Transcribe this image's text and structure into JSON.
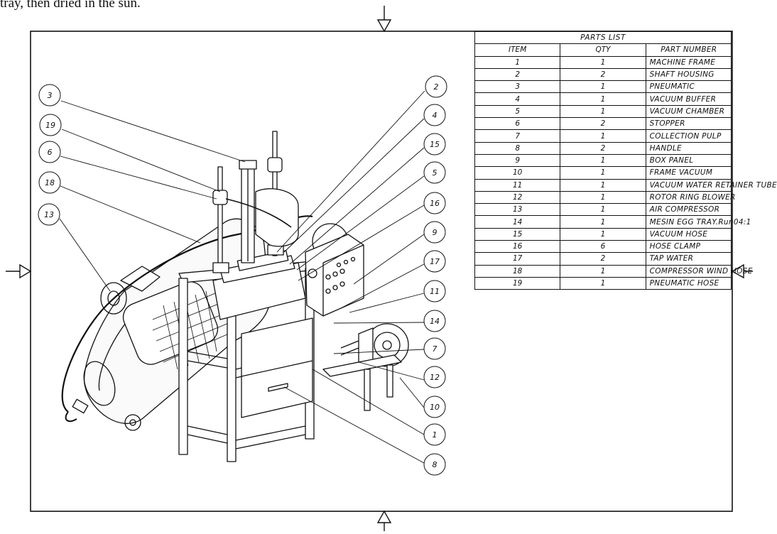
{
  "header_text": "tray, then dried in the sun.",
  "parts_list": {
    "title": "PARTS LIST",
    "headers": {
      "item": "ITEM",
      "qty": "QTY",
      "part": "PART NUMBER"
    },
    "rows": [
      {
        "item": "1",
        "qty": "1",
        "part": "MACHINE FRAME"
      },
      {
        "item": "2",
        "qty": "2",
        "part": "SHAFT HOUSING"
      },
      {
        "item": "3",
        "qty": "1",
        "part": "PNEUMATIC"
      },
      {
        "item": "4",
        "qty": "1",
        "part": "VACUUM BUFFER"
      },
      {
        "item": "5",
        "qty": "1",
        "part": "VACUUM CHAMBER"
      },
      {
        "item": "6",
        "qty": "2",
        "part": "STOPPER"
      },
      {
        "item": "7",
        "qty": "1",
        "part": "COLLECTION PULP"
      },
      {
        "item": "8",
        "qty": "2",
        "part": "HANDLE"
      },
      {
        "item": "9",
        "qty": "1",
        "part": "BOX PANEL"
      },
      {
        "item": "10",
        "qty": "1",
        "part": "FRAME VACUUM"
      },
      {
        "item": "11",
        "qty": "1",
        "part": "VACUUM WATER RETAINER TUBE"
      },
      {
        "item": "12",
        "qty": "1",
        "part": "ROTOR RING BLOWER"
      },
      {
        "item": "13",
        "qty": "1",
        "part": "AIR COMPRESSOR"
      },
      {
        "item": "14",
        "qty": "1",
        "part": "MESIN EGG TRAY.Run04:1"
      },
      {
        "item": "15",
        "qty": "1",
        "part": "VACUUM HOSE"
      },
      {
        "item": "16",
        "qty": "6",
        "part": "HOSE CLAMP"
      },
      {
        "item": "17",
        "qty": "2",
        "part": "TAP WATER"
      },
      {
        "item": "18",
        "qty": "1",
        "part": "COMPRESSOR WIND HOSE"
      },
      {
        "item": "19",
        "qty": "1",
        "part": "PNEUMATIC HOSE"
      }
    ]
  },
  "balloons_left": [
    "3",
    "19",
    "6",
    "18",
    "13"
  ],
  "balloons_right": [
    "2",
    "4",
    "15",
    "5",
    "16",
    "9",
    "17",
    "11",
    "14",
    "7",
    "12",
    "10",
    "1",
    "8"
  ]
}
